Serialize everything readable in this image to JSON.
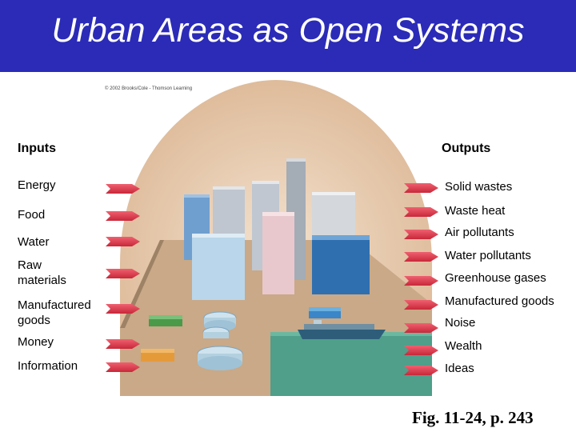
{
  "title": "Urban Areas as Open Systems",
  "copyright": "© 2002 Brooks/Cole - Thomson Learning",
  "inputs": {
    "header": "Inputs",
    "items": [
      "Energy",
      "Food",
      "Water",
      "Raw materials",
      "Manufactured goods",
      "Money",
      "Information"
    ]
  },
  "outputs": {
    "header": "Outputs",
    "items": [
      "Solid wastes",
      "Waste heat",
      "Air pollutants",
      "Water pollutants",
      "Greenhouse gases",
      "Manufactured goods",
      "Noise",
      "Wealth",
      "Ideas"
    ]
  },
  "caption": "Fig. 11-24, p. 243",
  "colors": {
    "title_bar": "#2b2bb8",
    "dome": "#e6c6a4",
    "ground": "#c8a886",
    "water": "#4f9f8a",
    "arrow": "#e03a4a"
  }
}
